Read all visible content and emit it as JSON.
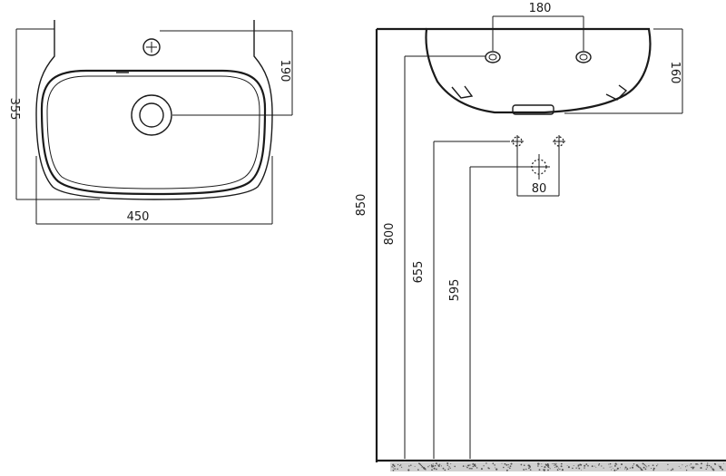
{
  "top_view": {
    "overall_depth": "355",
    "tap_hole_to_waste": "190",
    "width": "450"
  },
  "side_view": {
    "fixing_spacing": "180",
    "bowl_height": "160",
    "supply_spacing": "80",
    "total_height": "850",
    "rim_height": "800",
    "supply_height": "655",
    "waste_height": "595"
  },
  "colors": {
    "line": "#1a1a1a",
    "background": "#ffffff",
    "floor_hatch": "#555555"
  }
}
